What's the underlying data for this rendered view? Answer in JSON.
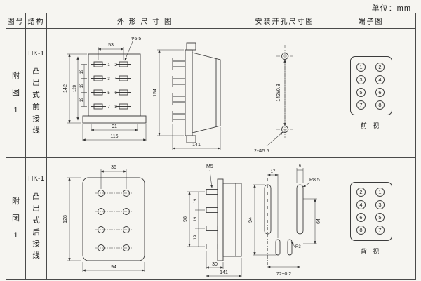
{
  "unit_label": "单位：mm",
  "headers": {
    "fig_no": "图号",
    "structure": "结构",
    "outline": "外 形 尺 寸 图",
    "mounting": "安装开孔尺寸图",
    "terminal": "端子图"
  },
  "rows": [
    {
      "fig_no": "附图1",
      "model": "HK-1",
      "structure": "凸出式前接线",
      "outline": {
        "top_width": "53",
        "hole_callout": "Φ5.5",
        "height_outer": "142",
        "height_inner": "128",
        "pitch": [
          "19",
          "19",
          "19"
        ],
        "bottom_inner": "91",
        "bottom_outer": "116",
        "side_height": "154",
        "side_depth": "141",
        "terminal_numbers": [
          "1",
          "2",
          "3",
          "4",
          "5",
          "6",
          "7",
          "8"
        ]
      },
      "mounting": {
        "height_dim": "142±0.8",
        "hole_callout": "2-Φ5.5"
      },
      "terminal": {
        "numbers": [
          "1",
          "2",
          "3",
          "4",
          "5",
          "6",
          "7",
          "8"
        ],
        "caption": "前 视"
      }
    },
    {
      "fig_no": "附图1",
      "model": "HK-1",
      "structure": "凸出式后接线",
      "outline": {
        "top_width": "36",
        "screw_callout": "M5",
        "height_outer": "128",
        "stud_span": "98",
        "pitch": [
          "19",
          "19",
          "19"
        ],
        "bottom_width": "94",
        "stud_depth": "30",
        "side_depth": "141"
      },
      "mounting": {
        "slot_offset": "17",
        "slot_width": "6",
        "slot_radius": "R8.5",
        "height_left": "94",
        "height_right": "64",
        "small_radius": "R3",
        "bottom_span": "72±0.2"
      },
      "terminal": {
        "numbers": [
          "2",
          "1",
          "4",
          "3",
          "6",
          "5",
          "8",
          "7"
        ],
        "caption": "背 视"
      }
    }
  ]
}
